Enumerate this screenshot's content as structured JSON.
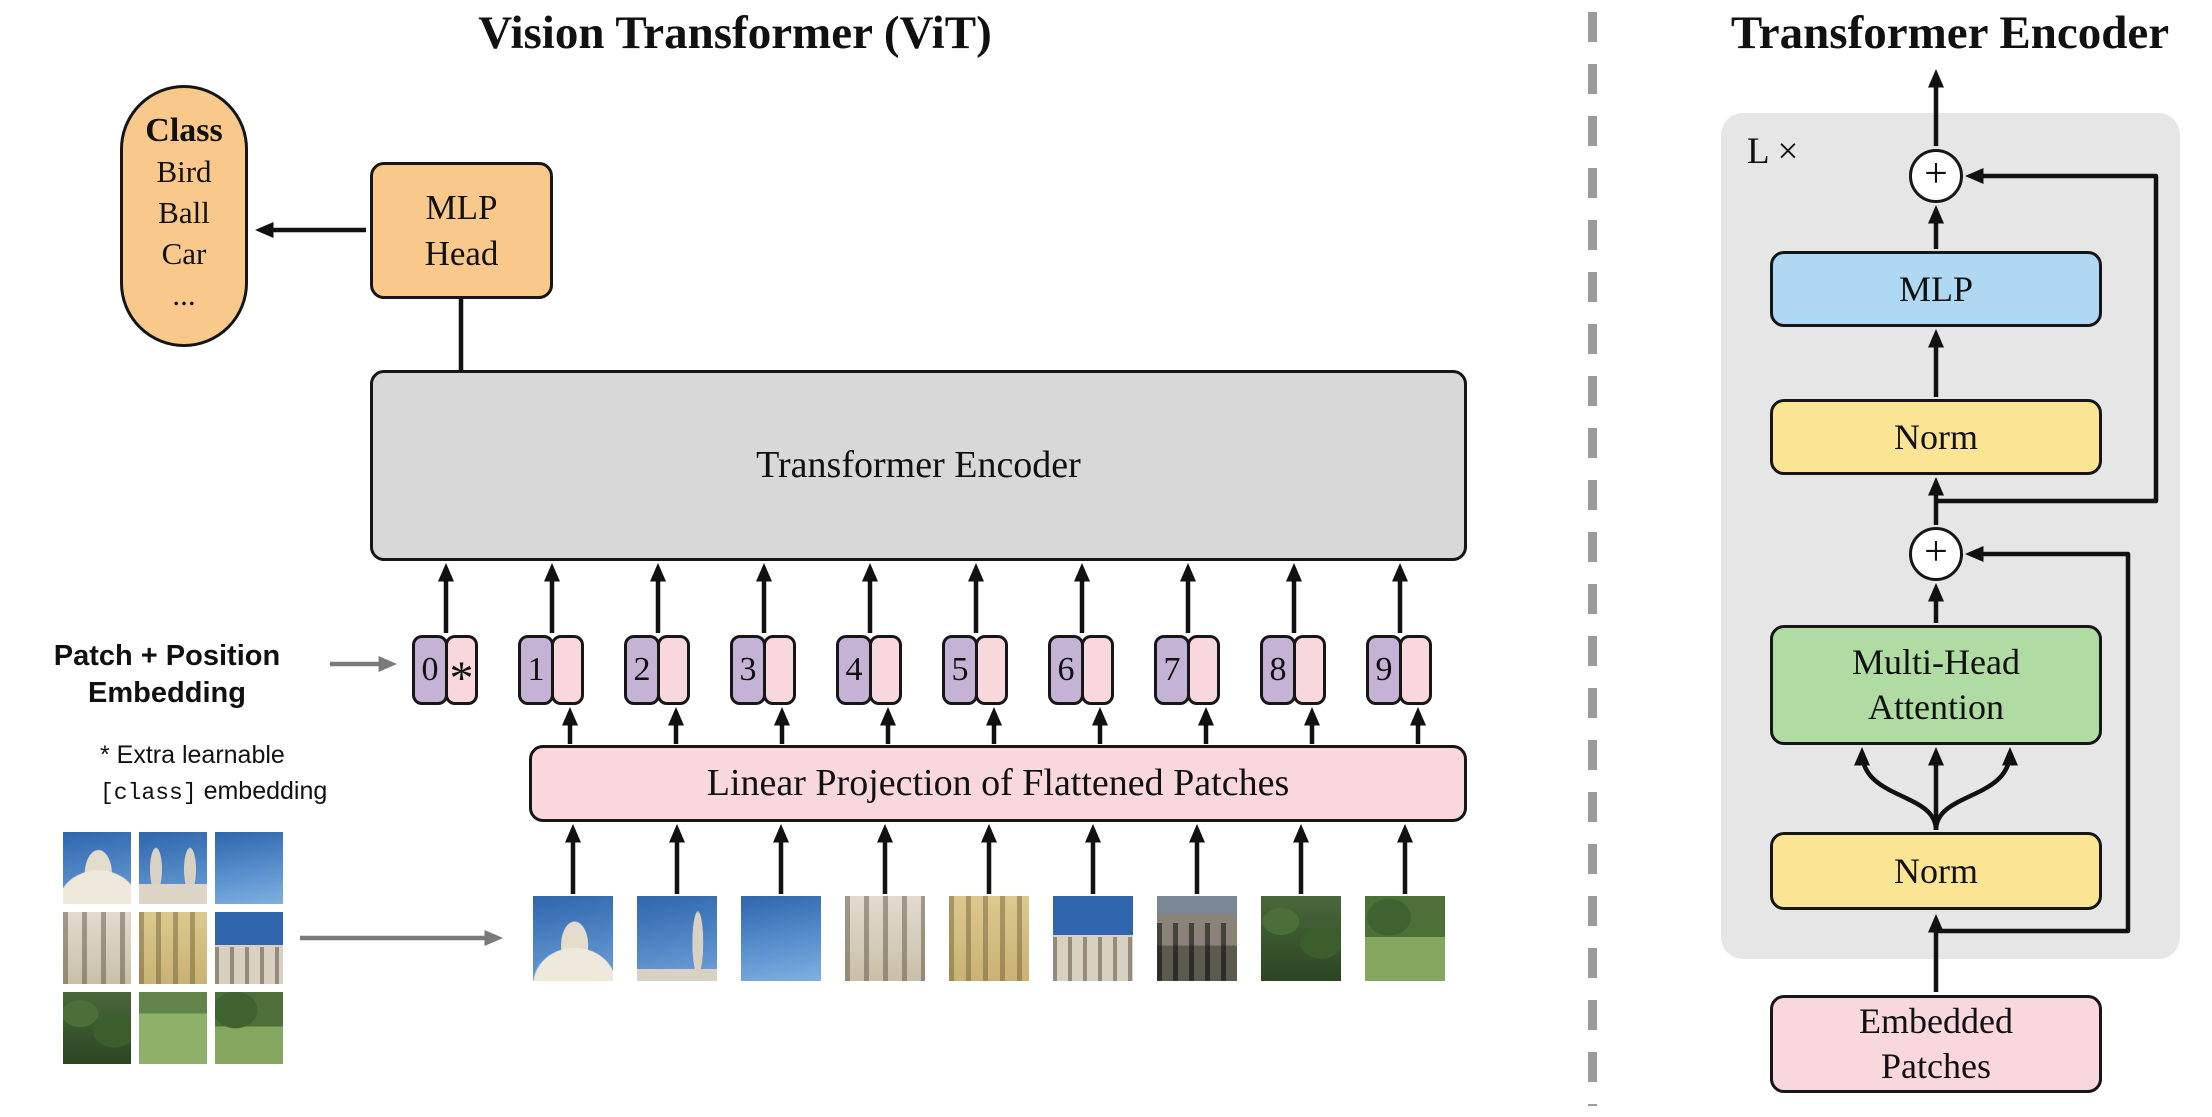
{
  "left": {
    "title": "Vision Transformer (ViT)",
    "class_box": {
      "header": "Class",
      "items": [
        "Bird",
        "Ball",
        "Car",
        "..."
      ]
    },
    "mlp_head": "MLP\nHead",
    "encoder": "Transformer Encoder",
    "patch_pos_label": "Patch + Position\nEmbedding",
    "note_line1": "* Extra learnable",
    "note_code": "[class]",
    "note_line2_rest": " embedding",
    "projection": "Linear Projection of Flattened Patches",
    "class_token_mark": "*",
    "tokens": [
      "0",
      "1",
      "2",
      "3",
      "4",
      "5",
      "6",
      "7",
      "8",
      "9"
    ],
    "patch_kinds": [
      "dome",
      "spire-sky",
      "sky",
      "facade-white",
      "facade-yellow",
      "building-sky",
      "building-dark",
      "bushes",
      "trees-grass"
    ],
    "grid_kinds": [
      "dome",
      "towers-sky",
      "sky",
      "facade-white",
      "facade-yellow",
      "building-sky",
      "bushes",
      "lawn",
      "trees-grass"
    ]
  },
  "right": {
    "title": "Transformer Encoder",
    "loop_label": "L ×",
    "plus": "+",
    "mlp": "MLP",
    "norm_top": "Norm",
    "attention": "Multi-Head\nAttention",
    "norm_bottom": "Norm",
    "embedded": "Embedded\nPatches"
  },
  "colors": {
    "orange": "#F8C98A",
    "graybox": "#D8D8D8",
    "panel": "#E6E6E6",
    "purple": "#C4B3D4",
    "pink": "#F8D8DC",
    "blue": "#AFD8F2",
    "yellow": "#FBE595",
    "green": "#B0DCA4"
  }
}
